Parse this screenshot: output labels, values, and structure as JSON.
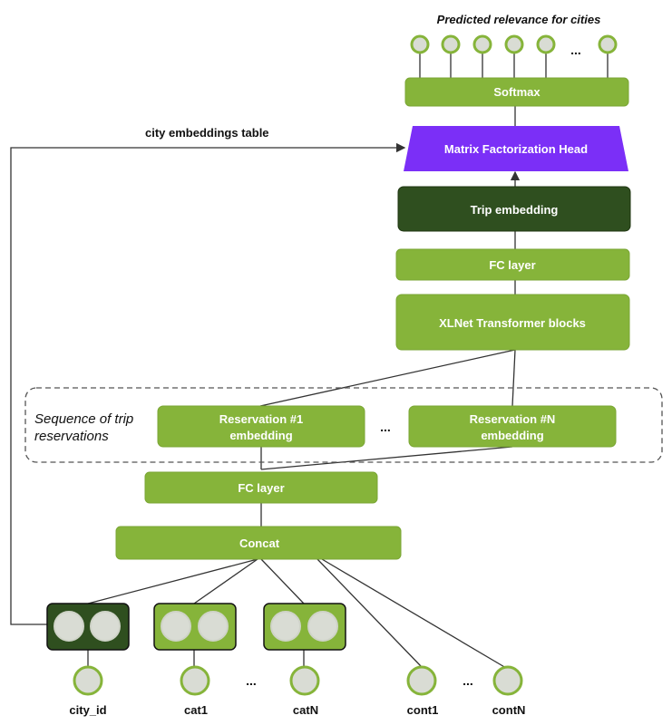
{
  "colors": {
    "green": "#86b43a",
    "green_border": "#7aa634",
    "dark_green": "#2f4f1f",
    "purple": "#7b2ff7",
    "node_fill": "#d9dcd4",
    "line": "#333333"
  },
  "output": {
    "title": "Predicted relevance for cities",
    "ellipsis": "..."
  },
  "blocks": {
    "softmax": "Softmax",
    "mf_head": "Matrix Factorization Head",
    "trip_embedding": "Trip embedding",
    "fc_top": "FC layer",
    "transformer": "XLNet Transformer blocks",
    "fc_bottom": "FC layer",
    "concat": "Concat"
  },
  "sequence": {
    "label_line1": "Sequence of trip",
    "label_line2": "reservations",
    "res1_line1": "Reservation #1",
    "res1_line2": "embedding",
    "resN_line1": "Reservation #N",
    "resN_line2": "embedding",
    "ellipsis": "..."
  },
  "city_table_label": "city embeddings table",
  "inputs": {
    "city_id": "city_id",
    "cat1": "cat1",
    "catN": "catN",
    "cont1": "cont1",
    "contN": "contN",
    "ellipsis": "..."
  }
}
